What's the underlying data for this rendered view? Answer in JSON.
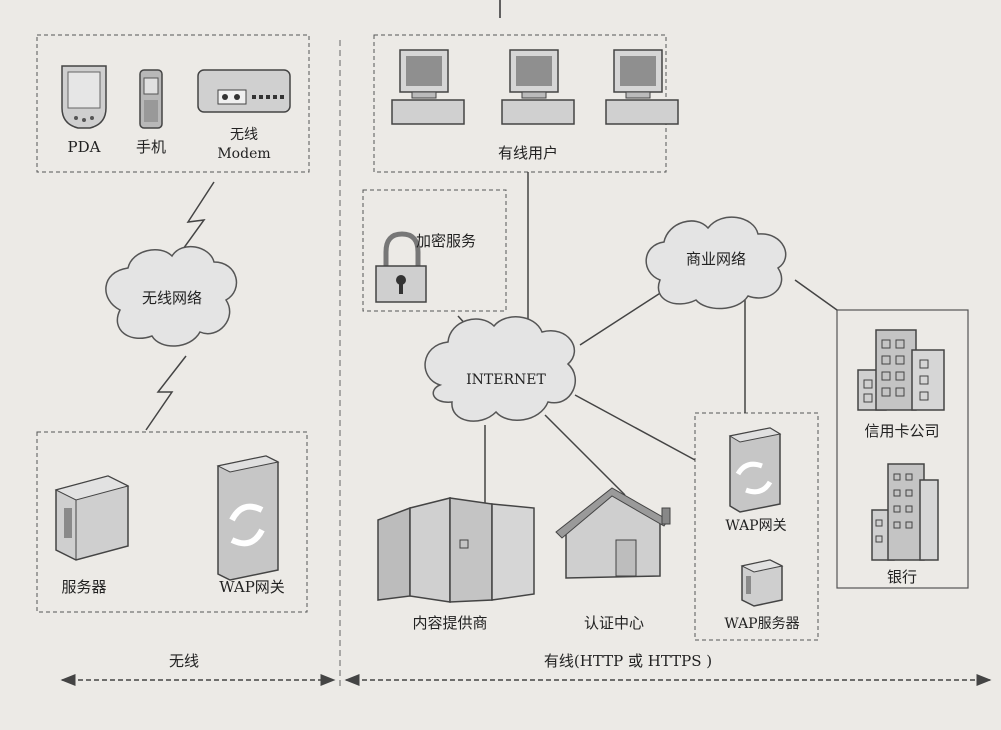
{
  "labels": {
    "pda": "PDA",
    "phone": "手机",
    "modem_line1": "无线",
    "modem_line2": "Modem",
    "wireless_network": "无线网络",
    "server": "服务器",
    "wap_gateway_left": "WAP网关",
    "wired_users": "有线用户",
    "encryption_service": "加密服务",
    "internet": "INTERNET",
    "business_network": "商业网络",
    "content_provider": "内容提供商",
    "auth_center": "认证中心",
    "wap_gateway_right": "WAP网关",
    "wap_server": "WAP服务器",
    "credit_card_company": "信用卡公司",
    "bank": "银行",
    "wireless_section": "无线",
    "wired_section": "有线(HTTP 或 HTTPS )"
  },
  "colors": {
    "background": "#eceae6",
    "line": "#444444",
    "device_fill": "#c9c9c9",
    "device_dark": "#8a8a8a",
    "cloud_fill": "#e4e4e4"
  }
}
